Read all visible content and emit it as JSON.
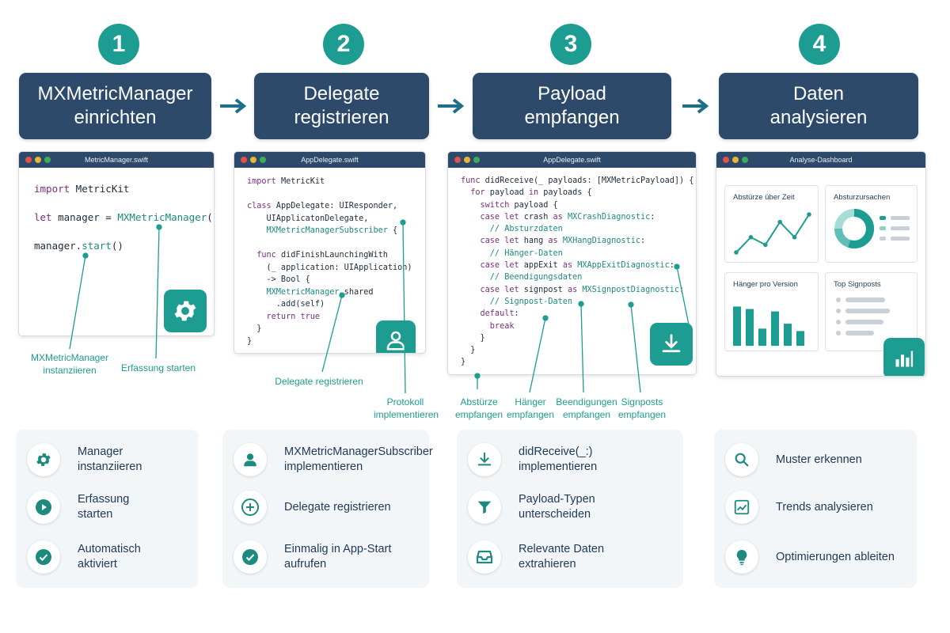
{
  "steps": [
    {
      "number": "1",
      "title_line1": "MXMetricManager",
      "title_line2": "einrichten"
    },
    {
      "number": "2",
      "title_line1": "Delegate",
      "title_line2": "registrieren"
    },
    {
      "number": "3",
      "title_line1": "Payload",
      "title_line2": "empfangen"
    },
    {
      "number": "4",
      "title_line1": "Daten",
      "title_line2": "analysieren"
    }
  ],
  "windows": [
    {
      "title": "MetricManager.swift",
      "icon": "gear-icon"
    },
    {
      "title": "AppDelegate.swift",
      "icon": "user-icon"
    },
    {
      "title": "AppDelegate.swift",
      "icon": "download-icon"
    },
    {
      "title": "Analyse-Dashboard",
      "icon": "bar-chart-icon"
    }
  ],
  "code1": {
    "l1_kw": "import",
    "l1_rest": " MetricKit",
    "l2_kw": "let",
    "l2_mid": " manager = ",
    "l2_type": "MXMetricManager",
    "l2_end": "()",
    "l3_a": "manager.",
    "l3_fn": "start",
    "l3_b": "()"
  },
  "code2": {
    "l1_kw": "import",
    "l1_rest": " MetricKit",
    "l2_kw": "class",
    "l2_rest": " AppDelegate: UIResponder,",
    "l3": "    UIApplicatonDelegate,",
    "l4_type": "    MXMetricManagerSubscriber",
    "l4_end": " {",
    "l5_kw": "  func",
    "l5_rest": " didFinishLaunchingWith",
    "l6": "    (_ application: UIApplication)",
    "l7": "    -> Bool {",
    "l8_type": "    MXMetricManager",
    "l8_end": ".shared",
    "l9": "      .add(self)",
    "l10_kw": "    return",
    "l10_kw2": " true",
    "l11": "  }",
    "l12": "}"
  },
  "code3": {
    "l1_kw": "func",
    "l1_rest": " didReceive(_ payloads: [MXMetricPayload]) {",
    "l2_kw": "  for",
    "l2_mid": " payload ",
    "l2_kw2": "in",
    "l2_end": " payloads {",
    "l3_kw": "    switch",
    "l3_rest": " payload {",
    "l4_kw": "    case let",
    "l4_mid": " crash ",
    "l4_kw2": "as",
    "l4_type": " MXCrashDiagnostic",
    "l4_end": ":",
    "l5": "      // Absturzdaten",
    "l6_kw": "    case let",
    "l6_mid": " hang ",
    "l6_kw2": "as",
    "l6_type": " MXHangDiagnostic",
    "l6_end": ":",
    "l7": "      // Hänger-Daten",
    "l8_kw": "    case let",
    "l8_mid": " appExit ",
    "l8_kw2": "as",
    "l8_type": " MXAppExitDiagnostic",
    "l8_end": ":",
    "l9": "      // Beendigungsdaten",
    "l10_kw": "    case let",
    "l10_mid": " signpost ",
    "l10_kw2": "as",
    "l10_type": " MXSignpostDiagnostic",
    "l10_end": ":",
    "l11": "      // Signpost-Daten",
    "l12_kw": "    default",
    "l12_end": ":",
    "l13_kw": "      break",
    "l14": "    }",
    "l15": "  }",
    "l16": "}"
  },
  "dashboard": {
    "card1_title": "Abstürze über Zeit",
    "card2_title": "Absturzursachen",
    "card3_title": "Hänger pro Version",
    "card4_title": "Top Signposts",
    "line_values": [
      3,
      5,
      4,
      7,
      5,
      8
    ],
    "bar_values": [
      0.8,
      0.75,
      0.35,
      0.7,
      0.45,
      0.3
    ],
    "donut_share": 0.55,
    "accent": "#1d9c92"
  },
  "annotations": {
    "a1": "MXMetricManager instanziieren",
    "a2": "Erfassung starten",
    "a3": "Delegate registrieren",
    "a4": "Protokoll implementieren",
    "a5": "Abstürze empfangen",
    "a6": "Hänger empfangen",
    "a7": "Beendigungen empfangen",
    "a8": "Signposts empfangen"
  },
  "panels": [
    [
      {
        "icon": "gear-icon",
        "label": "Manager instanziieren"
      },
      {
        "icon": "play-icon",
        "label": "Erfassung starten"
      },
      {
        "icon": "check-icon",
        "label": "Automatisch aktiviert"
      }
    ],
    [
      {
        "icon": "user-icon",
        "label": "MXMetricManagerSubscriber implementieren"
      },
      {
        "icon": "plus-icon",
        "label": "Delegate registrieren"
      },
      {
        "icon": "check-icon",
        "label": "Einmalig in App-Start aufrufen"
      }
    ],
    [
      {
        "icon": "download-icon",
        "label": "didReceive(_:) implementieren"
      },
      {
        "icon": "filter-icon",
        "label": "Payload-Typen unterscheiden"
      },
      {
        "icon": "inbox-icon",
        "label": "Relevante Daten extrahieren"
      }
    ],
    [
      {
        "icon": "search-icon",
        "label": "Muster erkennen"
      },
      {
        "icon": "trend-icon",
        "label": "Trends analysieren"
      },
      {
        "icon": "lightbulb-icon",
        "label": "Optimierungen ableiten"
      }
    ]
  ],
  "colors": {
    "teal": "#1d9c92",
    "navy": "#2e4a6b",
    "dot_red": "#e0524a",
    "dot_yellow": "#e6b635",
    "dot_green": "#3aae5a"
  }
}
